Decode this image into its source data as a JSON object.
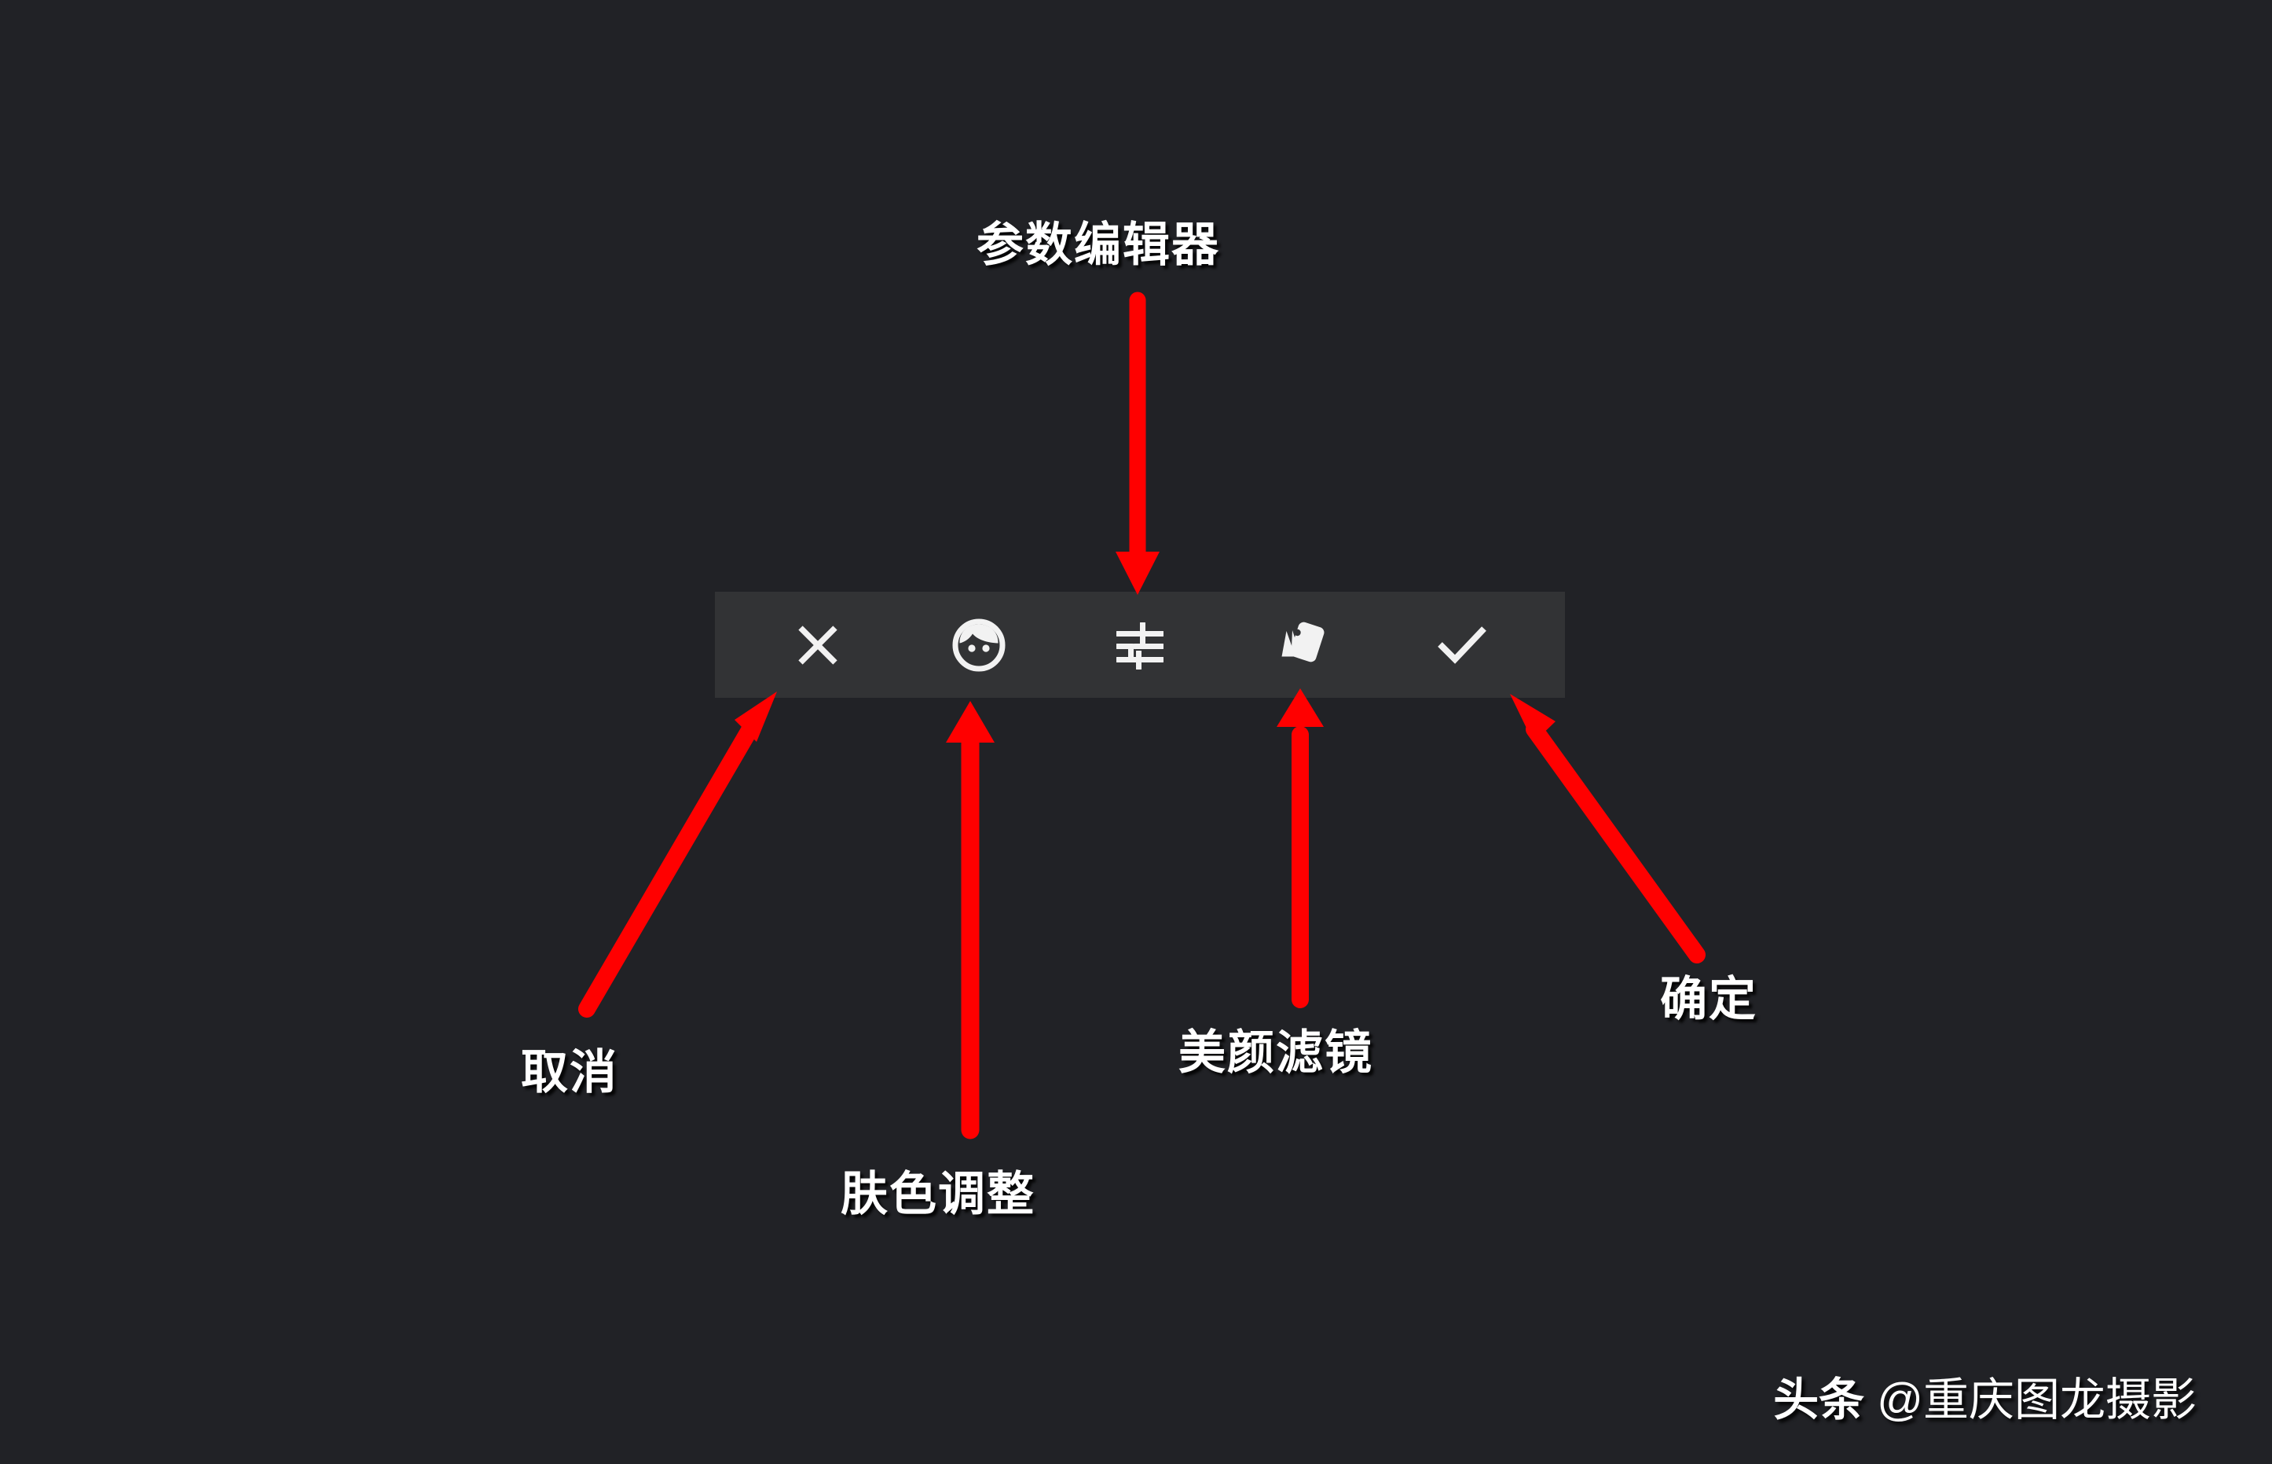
{
  "page": {
    "background_color": "#212226",
    "annotation_color": "#FF0000",
    "text_color": "#FFFFFF"
  },
  "toolbar": {
    "background_color": "#323335",
    "buttons": [
      {
        "id": "cancel",
        "icon": "close-x-icon",
        "label": "取消"
      },
      {
        "id": "skin-tone",
        "icon": "face-portrait-icon",
        "label": "肤色调整"
      },
      {
        "id": "param-editor",
        "icon": "sliders-icon",
        "label": "参数编辑器"
      },
      {
        "id": "beauty-filter",
        "icon": "filter-cards-icon",
        "label": "美颜滤镜"
      },
      {
        "id": "confirm",
        "icon": "check-mark-icon",
        "label": "确定"
      }
    ]
  },
  "annotations": [
    {
      "id": "param-editor-note",
      "text": "参数编辑器",
      "arrow": "down"
    },
    {
      "id": "cancel-note",
      "text": "取消",
      "arrow": "up-right"
    },
    {
      "id": "skin-tone-note",
      "text": "肤色调整",
      "arrow": "up"
    },
    {
      "id": "beauty-filter-note",
      "text": "美颜滤镜",
      "arrow": "up"
    },
    {
      "id": "confirm-note",
      "text": "确定",
      "arrow": "up-left"
    }
  ],
  "watermark": {
    "source": "头条",
    "handle": "@重庆图龙摄影"
  }
}
